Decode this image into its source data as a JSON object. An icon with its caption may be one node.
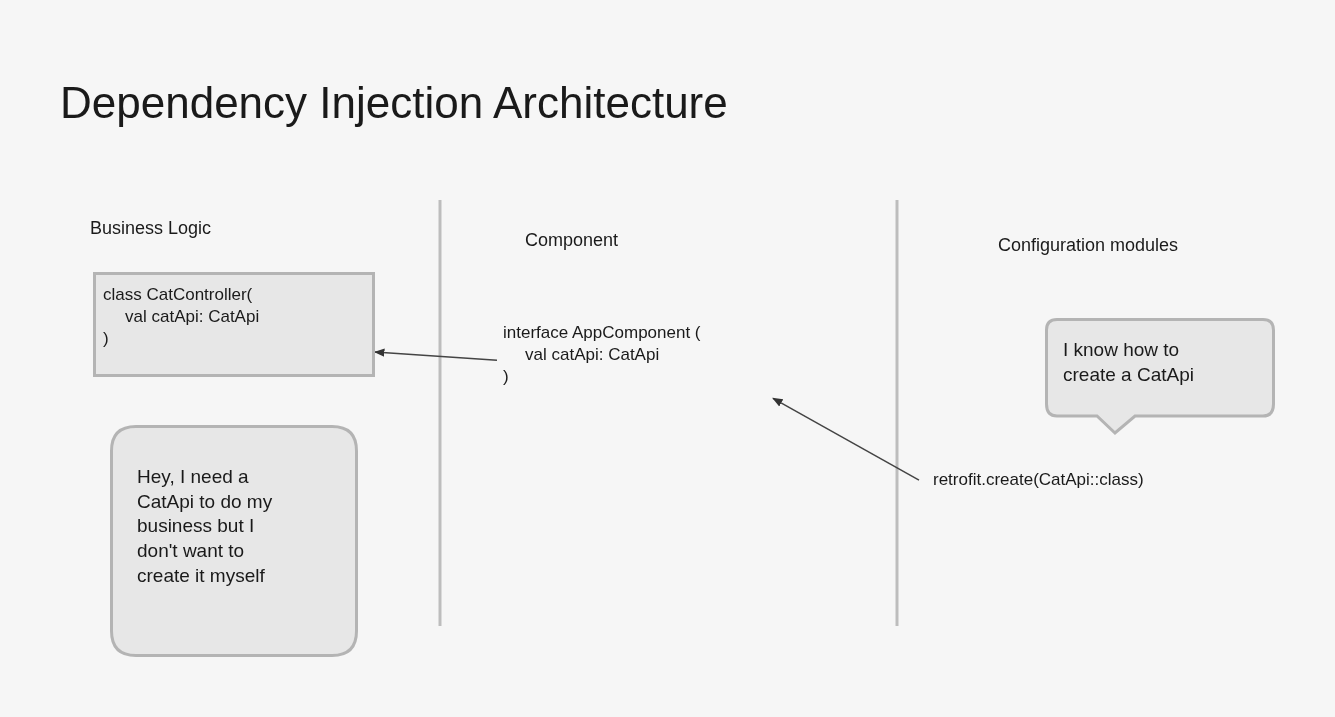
{
  "diagram": {
    "title": "Dependency Injection Architecture",
    "nodes": [
      {
        "text": [
          "class CatController( val catApi: CatApi )"
        ]
      },
      {
        "text": [
          "Hey, I need a CatApi to do my business but I don't want to create it myself"
        ]
      },
      {
        "text": [
          "interface AppComponent ( val catApi: CatApi )"
        ]
      },
      {
        "text": [
          "retrofit.create(CatApi::class)"
        ]
      },
      {
        "text": [
          "I know how to create a CatApi"
        ]
      }
    ],
    "edges": [
      {
        "from": 2,
        "to": 0,
        "arrow": "to"
      },
      {
        "from": 3,
        "to": 2,
        "arrow": "to"
      }
    ],
    "labels": [
      "Business Logic",
      "Component",
      "Configuration modules"
    ]
  }
}
